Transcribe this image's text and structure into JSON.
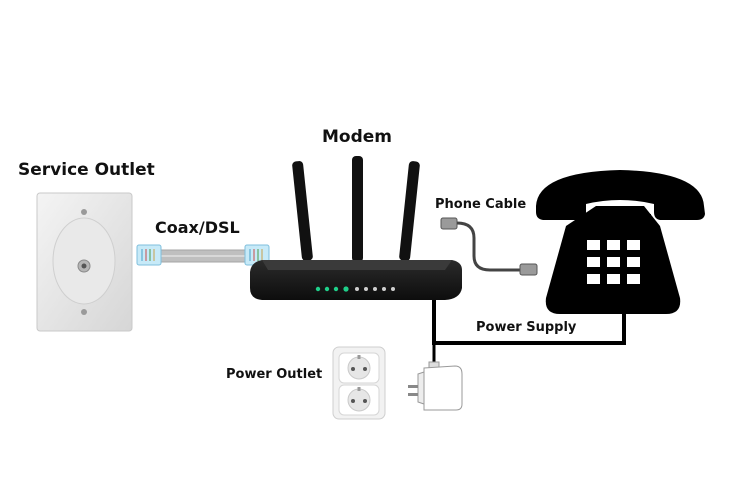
{
  "labels": {
    "service_outlet": "Service Outlet",
    "modem": "Modem",
    "coax_dsl": "Coax/DSL",
    "phone_cable": "Phone Cable",
    "power_supply": "Power Supply",
    "power_outlet": "Power Outlet"
  },
  "colors": {
    "modem_body": "#1c1c1c",
    "phone_body": "#000000",
    "led": "#1fd08a",
    "wall_plate": "#e6e6e6",
    "cable": "#bfbfbf",
    "rj_connector": "#8fd3f0"
  },
  "icons": {
    "service_outlet": "wall-jack-icon",
    "modem": "router-icon",
    "telephone": "desk-phone-icon",
    "power_outlet": "wall-socket-icon",
    "power_adapter": "plug-adapter-icon"
  }
}
